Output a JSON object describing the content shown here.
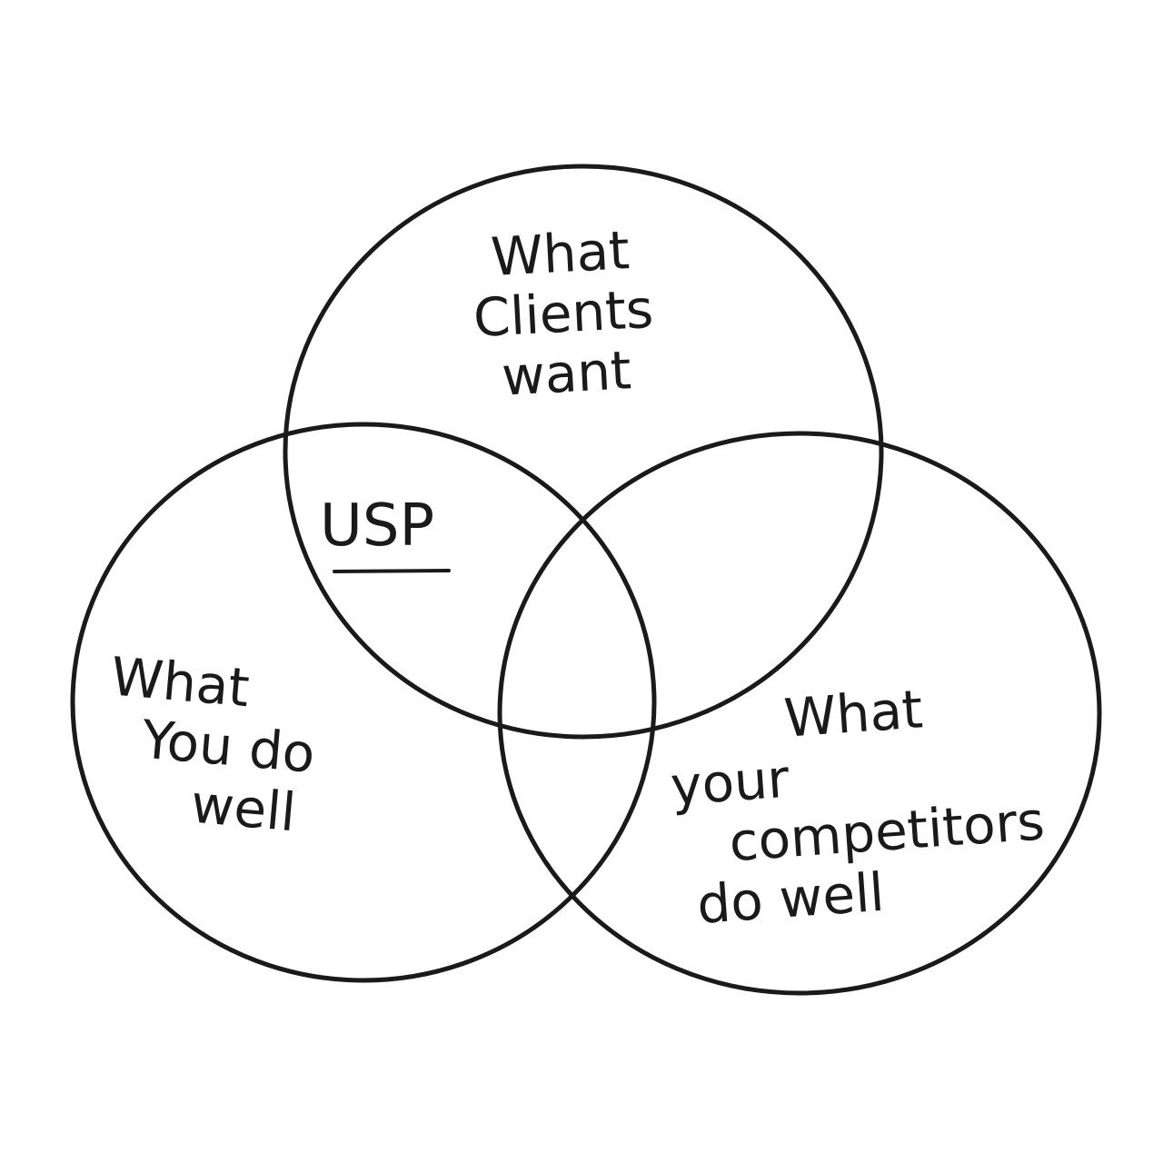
{
  "diagram": {
    "type": "venn",
    "stroke_color": "#1a1a1a",
    "text_color": "#1a1a1a",
    "background": "#ffffff",
    "sets": [
      {
        "id": "clients",
        "lines": [
          "What",
          "Clients",
          "want"
        ]
      },
      {
        "id": "you",
        "lines": [
          "What",
          "You do",
          "well"
        ]
      },
      {
        "id": "competitors",
        "lines": [
          "What",
          "your",
          "competitors",
          "do well"
        ]
      }
    ],
    "intersection_label": "USP"
  }
}
